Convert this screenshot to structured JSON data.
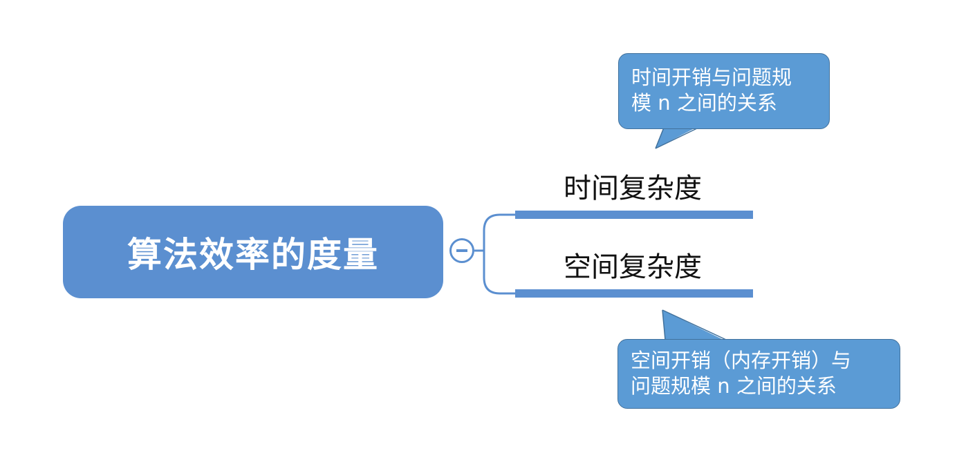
{
  "root": {
    "label": "算法效率的度量"
  },
  "branches": [
    {
      "label": "时间复杂度"
    },
    {
      "label": "空间复杂度"
    }
  ],
  "callouts": [
    {
      "line1": "时间开销与问题规",
      "line2": "模 n 之间的关系"
    },
    {
      "line1": "空间开销（内存开销）与",
      "line2": "问题规模 n 之间的关系"
    }
  ],
  "colors": {
    "node": "#5b8fd0",
    "callout": "#5b9bd5",
    "callout_border": "#41719c"
  },
  "icons": {
    "collapse": "minus-circle-icon"
  }
}
